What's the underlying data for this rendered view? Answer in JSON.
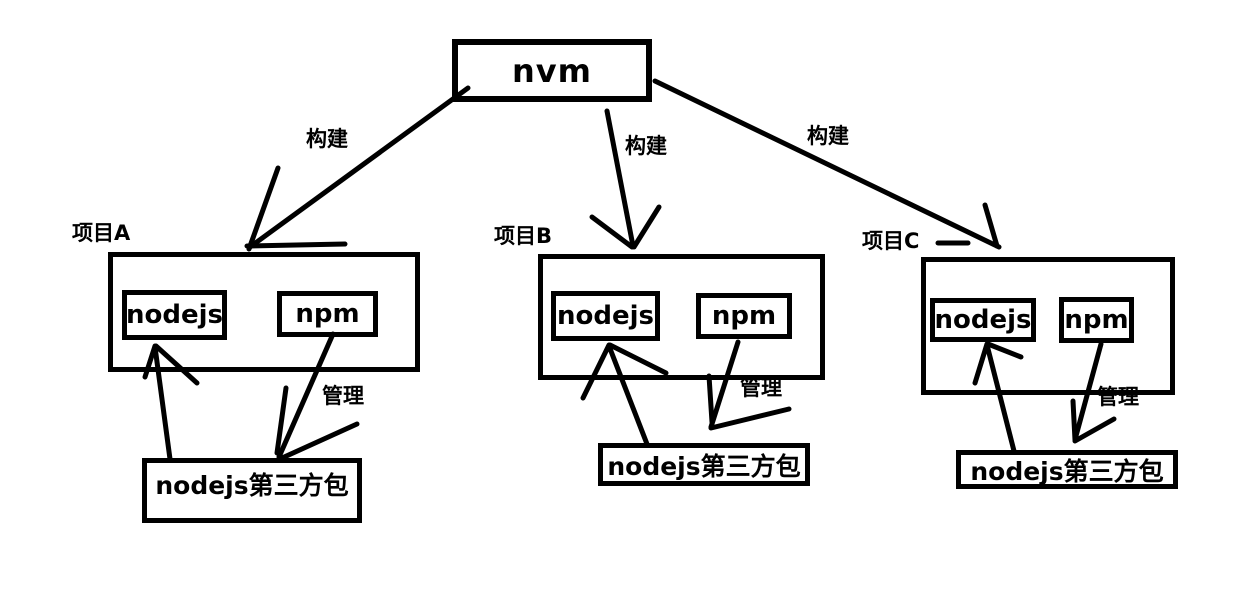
{
  "colors": {
    "ink": "#000000",
    "background": "#ffffff"
  },
  "diagram": {
    "root_label": "nvm",
    "build_label": "构建",
    "manage_label": "管理",
    "projects": [
      {
        "name": "项目A",
        "runtime_label": "nodejs",
        "manager_label": "npm",
        "package_label": "nodejs第三方包"
      },
      {
        "name": "项目B",
        "runtime_label": "nodejs",
        "manager_label": "npm",
        "package_label": "nodejs第三方包"
      },
      {
        "name": "项目C",
        "runtime_label": "nodejs",
        "manager_label": "npm",
        "package_label": "nodejs第三方包"
      }
    ]
  }
}
